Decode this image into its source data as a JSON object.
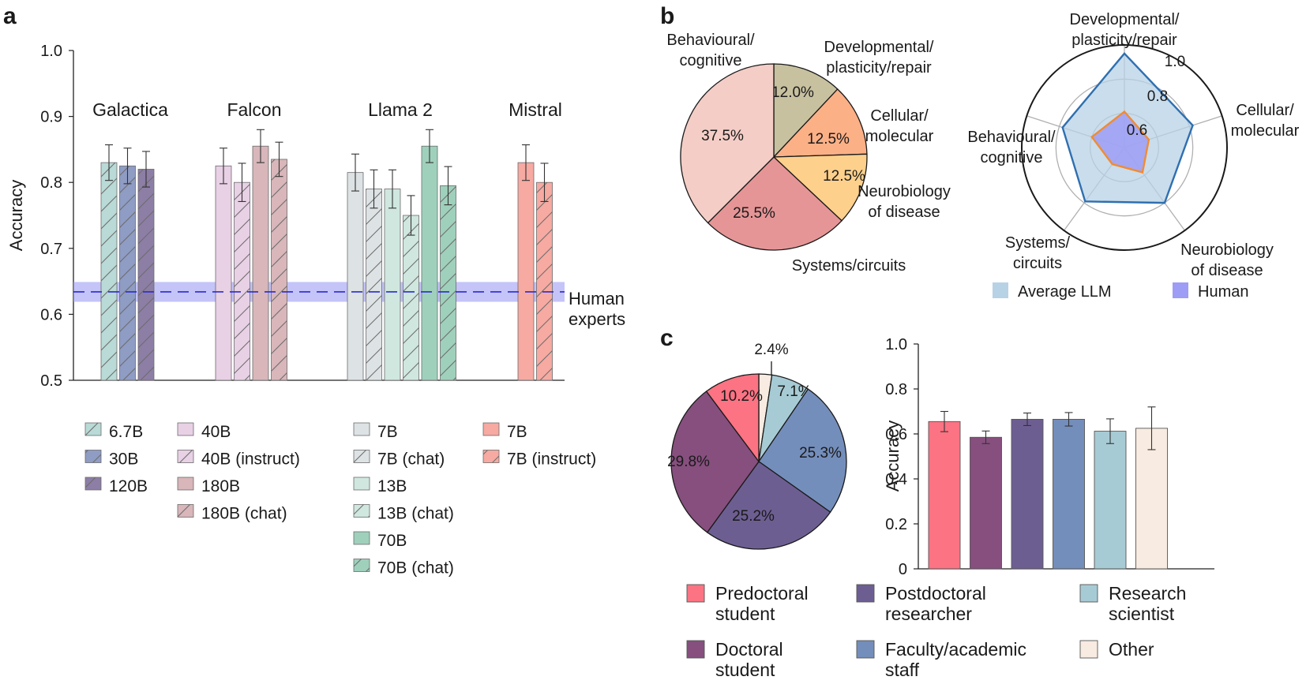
{
  "chart_data": [
    {
      "panel": "a",
      "type": "bar",
      "ylabel": "Accuracy",
      "ylim": [
        0.5,
        1.0
      ],
      "yticks": [
        "0.5",
        "0.6",
        "0.7",
        "0.8",
        "0.9",
        "1.0"
      ],
      "grid": false,
      "groups": [
        {
          "name": "Galactica",
          "bars": [
            {
              "label": "6.7B",
              "value": 0.83,
              "err": 0.027,
              "color": "#b9dad6",
              "hatch": true
            },
            {
              "label": "30B",
              "value": 0.825,
              "err": 0.027,
              "color": "#8f9cc4",
              "hatch": true
            },
            {
              "label": "120B",
              "value": 0.82,
              "err": 0.027,
              "color": "#8d7ea6",
              "hatch": true
            }
          ]
        },
        {
          "name": "Falcon",
          "bars": [
            {
              "label": "40B",
              "value": 0.825,
              "err": 0.027,
              "color": "#e8d0e5",
              "hatch": false
            },
            {
              "label": "40B (instruct)",
              "value": 0.8,
              "err": 0.029,
              "color": "#e8d0e5",
              "hatch": true
            },
            {
              "label": "180B",
              "value": 0.855,
              "err": 0.025,
              "color": "#d8b6ba",
              "hatch": false
            },
            {
              "label": "180B (chat)",
              "value": 0.835,
              "err": 0.026,
              "color": "#d8b6ba",
              "hatch": true
            }
          ]
        },
        {
          "name": "Llama 2",
          "bars": [
            {
              "label": "7B",
              "value": 0.815,
              "err": 0.028,
              "color": "#dde2e4",
              "hatch": false
            },
            {
              "label": "7B (chat)",
              "value": 0.79,
              "err": 0.029,
              "color": "#dde2e4",
              "hatch": true
            },
            {
              "label": "13B",
              "value": 0.79,
              "err": 0.029,
              "color": "#cfe7df",
              "hatch": false
            },
            {
              "label": "13B (chat)",
              "value": 0.75,
              "err": 0.03,
              "color": "#cfe7df",
              "hatch": true
            },
            {
              "label": "70B",
              "value": 0.855,
              "err": 0.025,
              "color": "#9fd0bc",
              "hatch": false
            },
            {
              "label": "70B (chat)",
              "value": 0.795,
              "err": 0.029,
              "color": "#9fd0bc",
              "hatch": true
            }
          ]
        },
        {
          "name": "Mistral",
          "bars": [
            {
              "label": "7B",
              "value": 0.83,
              "err": 0.027,
              "color": "#f6aaa2",
              "hatch": false
            },
            {
              "label": "7B (instruct)",
              "value": 0.8,
              "err": 0.029,
              "color": "#f6aaa2",
              "hatch": true
            }
          ]
        }
      ],
      "human_experts": {
        "label_line1": "Human",
        "label_line2": "experts",
        "value": 0.634,
        "band": [
          0.619,
          0.649
        ],
        "color": "#2b2bd1",
        "band_color": "#9d9df5"
      }
    },
    {
      "panel": "b",
      "type": "pie",
      "slices": [
        {
          "label_lines": [
            "Developmental/",
            "plasticity/repair"
          ],
          "value": 12.0,
          "text": "12.0%",
          "color": "#c7c1a0"
        },
        {
          "label_lines": [
            "Cellular/",
            "molecular"
          ],
          "value": 12.5,
          "text": "12.5%",
          "color": "#fcb086"
        },
        {
          "label_lines": [
            "Neurobiology",
            "of disease"
          ],
          "value": 12.5,
          "text": "12.5%",
          "color": "#fdd08c"
        },
        {
          "label_lines": [
            "Systems/circuits"
          ],
          "value": 25.5,
          "text": "25.5%",
          "color": "#e69596"
        },
        {
          "label_lines": [
            "Behavioural/",
            "cognitive"
          ],
          "value": 37.5,
          "text": "37.5%",
          "color": "#f3cdc6"
        }
      ]
    },
    {
      "panel": "b",
      "type": "radar",
      "axes": [
        {
          "label_lines": [
            "Developmental/",
            "plasticity/repair"
          ]
        },
        {
          "label_lines": [
            "Cellular/",
            "molecular"
          ]
        },
        {
          "label_lines": [
            "Neurobiology",
            "of disease"
          ]
        },
        {
          "label_lines": [
            "Systems/",
            "circuits"
          ]
        },
        {
          "label_lines": [
            "Behavioural/",
            "cognitive"
          ]
        }
      ],
      "rlim": [
        0.4,
        1.0
      ],
      "rticks": [
        "0.6",
        "0.8",
        "1.0"
      ],
      "series": [
        {
          "name": "Average LLM",
          "values": [
            0.95,
            0.82,
            0.8,
            0.79,
            0.78
          ],
          "fill": "#b7d2e5",
          "stroke": "#2f6fb0"
        },
        {
          "name": "Human",
          "values": [
            0.61,
            0.55,
            0.58,
            0.52,
            0.6
          ],
          "fill": "#9d9df5",
          "stroke": "#f28b30"
        }
      ]
    },
    {
      "panel": "c",
      "type": "pie",
      "slices": [
        {
          "label": "Other",
          "value": 2.4,
          "text": "2.4%",
          "color": "#f8ebe1"
        },
        {
          "label": "Research scientist",
          "value": 7.1,
          "text": "7.1%",
          "color": "#a7cbd5"
        },
        {
          "label": "Faculty/academic staff",
          "value": 25.3,
          "text": "25.3%",
          "color": "#748ebb"
        },
        {
          "label": "Postdoctoral researcher",
          "value": 25.2,
          "text": "25.2%",
          "color": "#6d5e92"
        },
        {
          "label": "Doctoral student",
          "value": 29.8,
          "text": "29.8%",
          "color": "#864f7e"
        },
        {
          "label": "Predoctoral student",
          "value": 10.2,
          "text": "10.2%",
          "color": "#fc7383"
        }
      ]
    },
    {
      "panel": "c",
      "type": "bar",
      "ylabel": "Accuracy",
      "ylim": [
        0,
        1.0
      ],
      "yticks": [
        "0",
        "0.2",
        "0.4",
        "0.6",
        "0.8",
        "1.0"
      ],
      "grid": false,
      "categories": [
        "Predoctoral student",
        "Doctoral student",
        "Postdoctoral researcher",
        "Faculty/academic staff",
        "Research scientist",
        "Other"
      ],
      "values": [
        0.655,
        0.585,
        0.665,
        0.665,
        0.612,
        0.625
      ],
      "errors": [
        0.045,
        0.028,
        0.028,
        0.03,
        0.055,
        0.095
      ],
      "colors": [
        "#fc7383",
        "#864f7e",
        "#6d5e92",
        "#748ebb",
        "#a7cbd5",
        "#f8ebe1"
      ],
      "legend": [
        {
          "lines": [
            "Predoctoral",
            "student"
          ],
          "color": "#fc7383"
        },
        {
          "lines": [
            "Postdoctoral",
            "researcher"
          ],
          "color": "#6d5e92"
        },
        {
          "lines": [
            "Research",
            "scientist"
          ],
          "color": "#a7cbd5"
        },
        {
          "lines": [
            "Doctoral",
            "student"
          ],
          "color": "#864f7e"
        },
        {
          "lines": [
            "Faculty/academic",
            "staff"
          ],
          "color": "#748ebb"
        },
        {
          "lines": [
            "Other"
          ],
          "color": "#f8ebe1"
        }
      ]
    }
  ],
  "panel_labels": {
    "a": "a",
    "b": "b",
    "c": "c"
  }
}
